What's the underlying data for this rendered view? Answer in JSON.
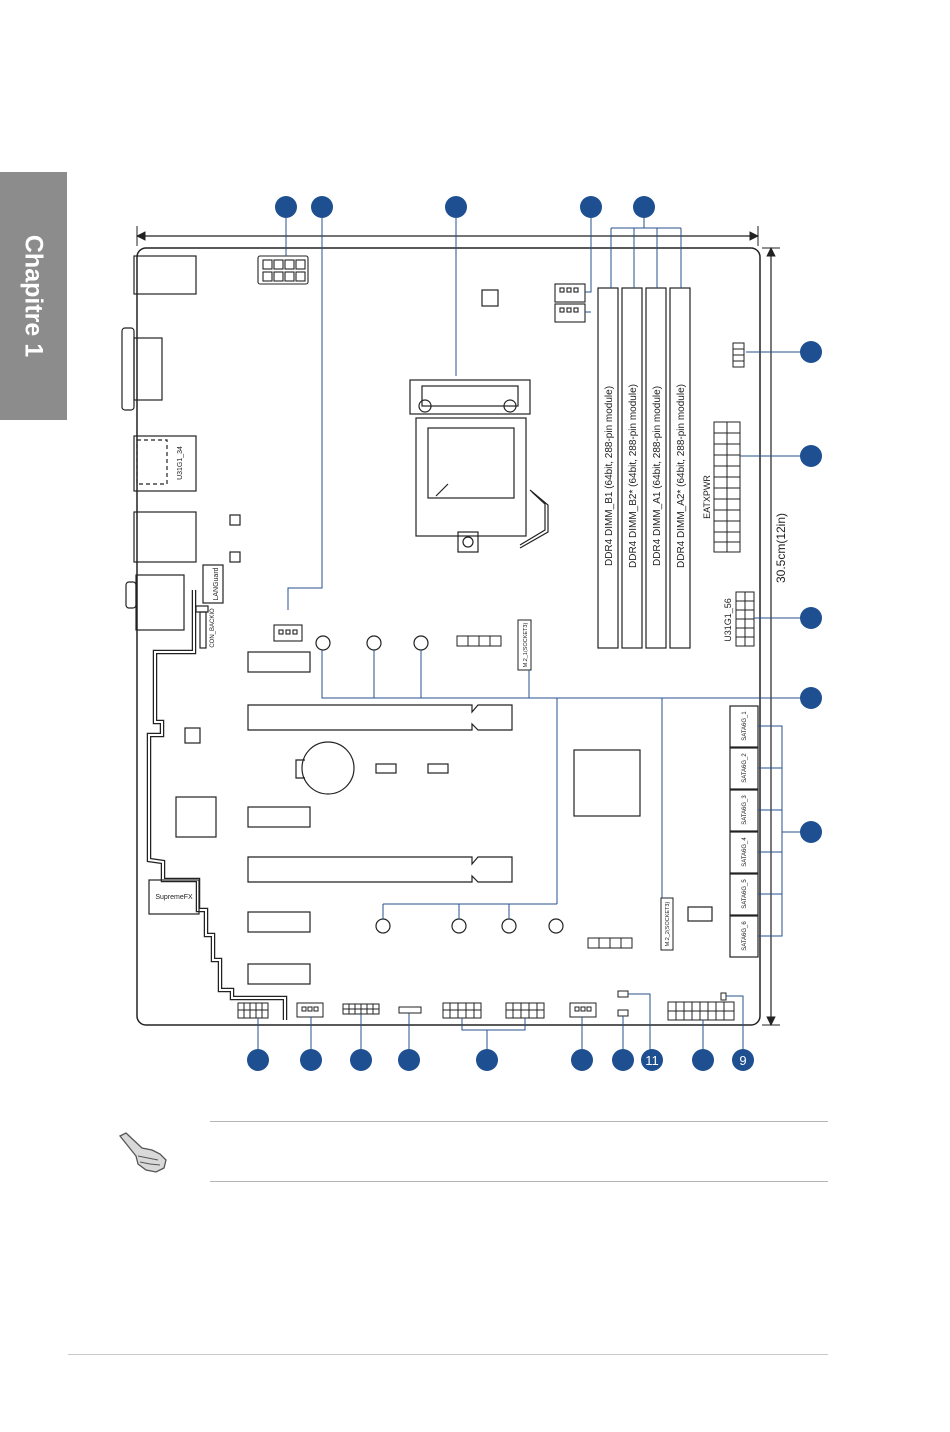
{
  "side_tab": {
    "label": "Chapitre 1"
  },
  "labels": {
    "dimm_b1": "DDR4 DIMM_B1 (64bit, 288-pin module)",
    "dimm_b2": "DDR4 DIMM_B2* (64bit, 288-pin module)",
    "dimm_a1": "DDR4 DIMM_A1 (64bit, 288-pin module)",
    "dimm_a2": "DDR4 DIMM_A2* (64bit, 288-pin module)",
    "eatxpwr": "EATXPWR",
    "dimension": "30.5cm(12in)",
    "u31g1_56": "U31G1_56",
    "u31g1_34": "U31G1_34",
    "languard": "LANGuard",
    "con_backio": "CON_BACKIO",
    "m2_1_socket3": "M.2_1(SOCKET3)",
    "m2_2_socket3": "M.2_2(SOCKET3)",
    "supremefx": "SupremeFX",
    "sata1": "SATA6G_1",
    "sata2": "SATA6G_2",
    "sata3": "SATA6G_3",
    "sata4": "SATA6G_4",
    "sata5": "SATA6G_5",
    "sata6": "SATA6G_6"
  },
  "callouts": {
    "num11": "11",
    "num9": "9"
  },
  "colors": {
    "callout": "#1d4f91",
    "leader": "#27528f",
    "outline": "#222222",
    "tab": "#8c8c8c"
  }
}
